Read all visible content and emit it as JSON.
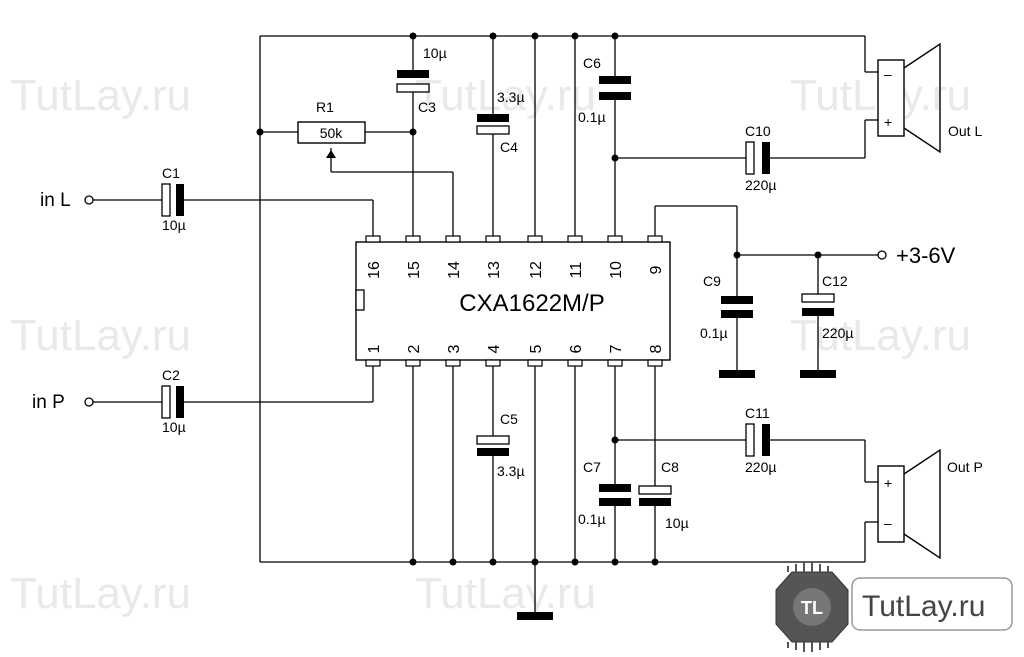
{
  "watermark": "TutLay.ru",
  "brand": {
    "logo_text": "TutLay.ru",
    "logo_mark": "TL"
  },
  "chip": {
    "name": "CXA1622M/P",
    "top_pins": [
      "16",
      "15",
      "14",
      "13",
      "12",
      "11",
      "10",
      "9"
    ],
    "bottom_pins": [
      "1",
      "2",
      "3",
      "4",
      "5",
      "6",
      "7",
      "8"
    ]
  },
  "inputs": {
    "left": "in L",
    "right": "in P"
  },
  "supply": "+3-6V",
  "outputs": {
    "left": "Out L",
    "right": "Out P"
  },
  "speaker_signs": {
    "minus": "–",
    "plus": "+"
  },
  "components": {
    "R1": {
      "ref": "R1",
      "value": "50k"
    },
    "C1": {
      "ref": "C1",
      "value": "10µ"
    },
    "C2": {
      "ref": "C2",
      "value": "10µ"
    },
    "C3": {
      "ref": "C3",
      "value": "10µ"
    },
    "C4": {
      "ref": "C4",
      "value": "3.3µ"
    },
    "C5": {
      "ref": "C5",
      "value": "3.3µ"
    },
    "C6": {
      "ref": "C6",
      "value": "0.1µ"
    },
    "C7": {
      "ref": "C7",
      "value": "0.1µ"
    },
    "C8": {
      "ref": "C8",
      "value": "10µ"
    },
    "C9": {
      "ref": "C9",
      "value": "0.1µ"
    },
    "C10": {
      "ref": "C10",
      "value": "220µ"
    },
    "C11": {
      "ref": "C11",
      "value": "220µ"
    },
    "C12": {
      "ref": "C12",
      "value": "220µ"
    }
  }
}
